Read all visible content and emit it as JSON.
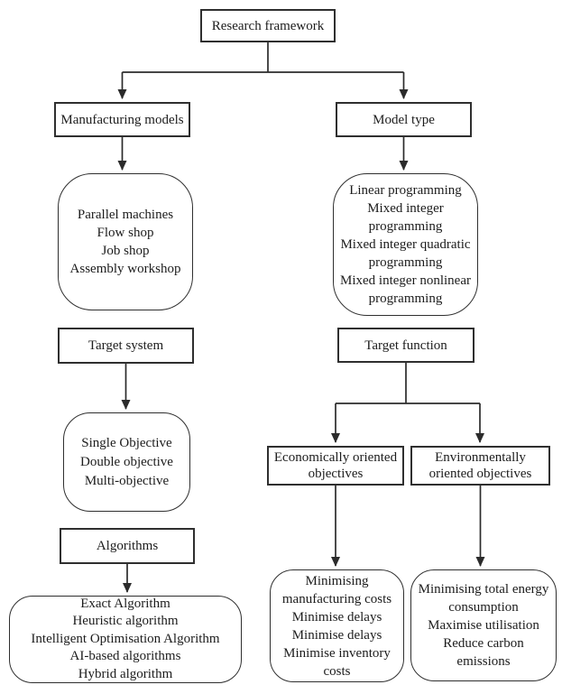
{
  "diagram": {
    "root": {
      "label": "Research framework"
    },
    "left": {
      "header": "Manufacturing models",
      "manufacturing_models": [
        "Parallel machines",
        "Flow shop",
        "Job shop",
        "Assembly workshop"
      ],
      "target_system": "Target system",
      "objectives": [
        "Single Objective",
        "Double objective",
        "Multi-objective"
      ],
      "algorithms_header": "Algorithms",
      "algorithms": [
        "Exact Algorithm",
        "Heuristic algorithm",
        "Intelligent Optimisation Algorithm",
        "AI-based algorithms",
        "Hybrid algorithm"
      ]
    },
    "right": {
      "header": "Model type",
      "model_types": [
        "Linear programming",
        "Mixed integer programming",
        "Mixed integer quadratic programming",
        "Mixed integer nonlinear programming"
      ],
      "target_function": "Target function",
      "economic_header": "Economically oriented objectives",
      "environmental_header": "Environmentally oriented objectives",
      "economic_objectives": [
        "Minimising manufacturing costs",
        "Minimise delays",
        "Minimise delays",
        "Minimise inventory costs"
      ],
      "environmental_objectives": [
        "Minimising total energy consumption",
        "Maximise utilisation",
        "Reduce carbon emissions"
      ]
    },
    "colors": {
      "line": "#2b2b2b",
      "box_border": "#2f2f2f",
      "background": "#ffffff",
      "text": "#1c1c1c"
    }
  }
}
